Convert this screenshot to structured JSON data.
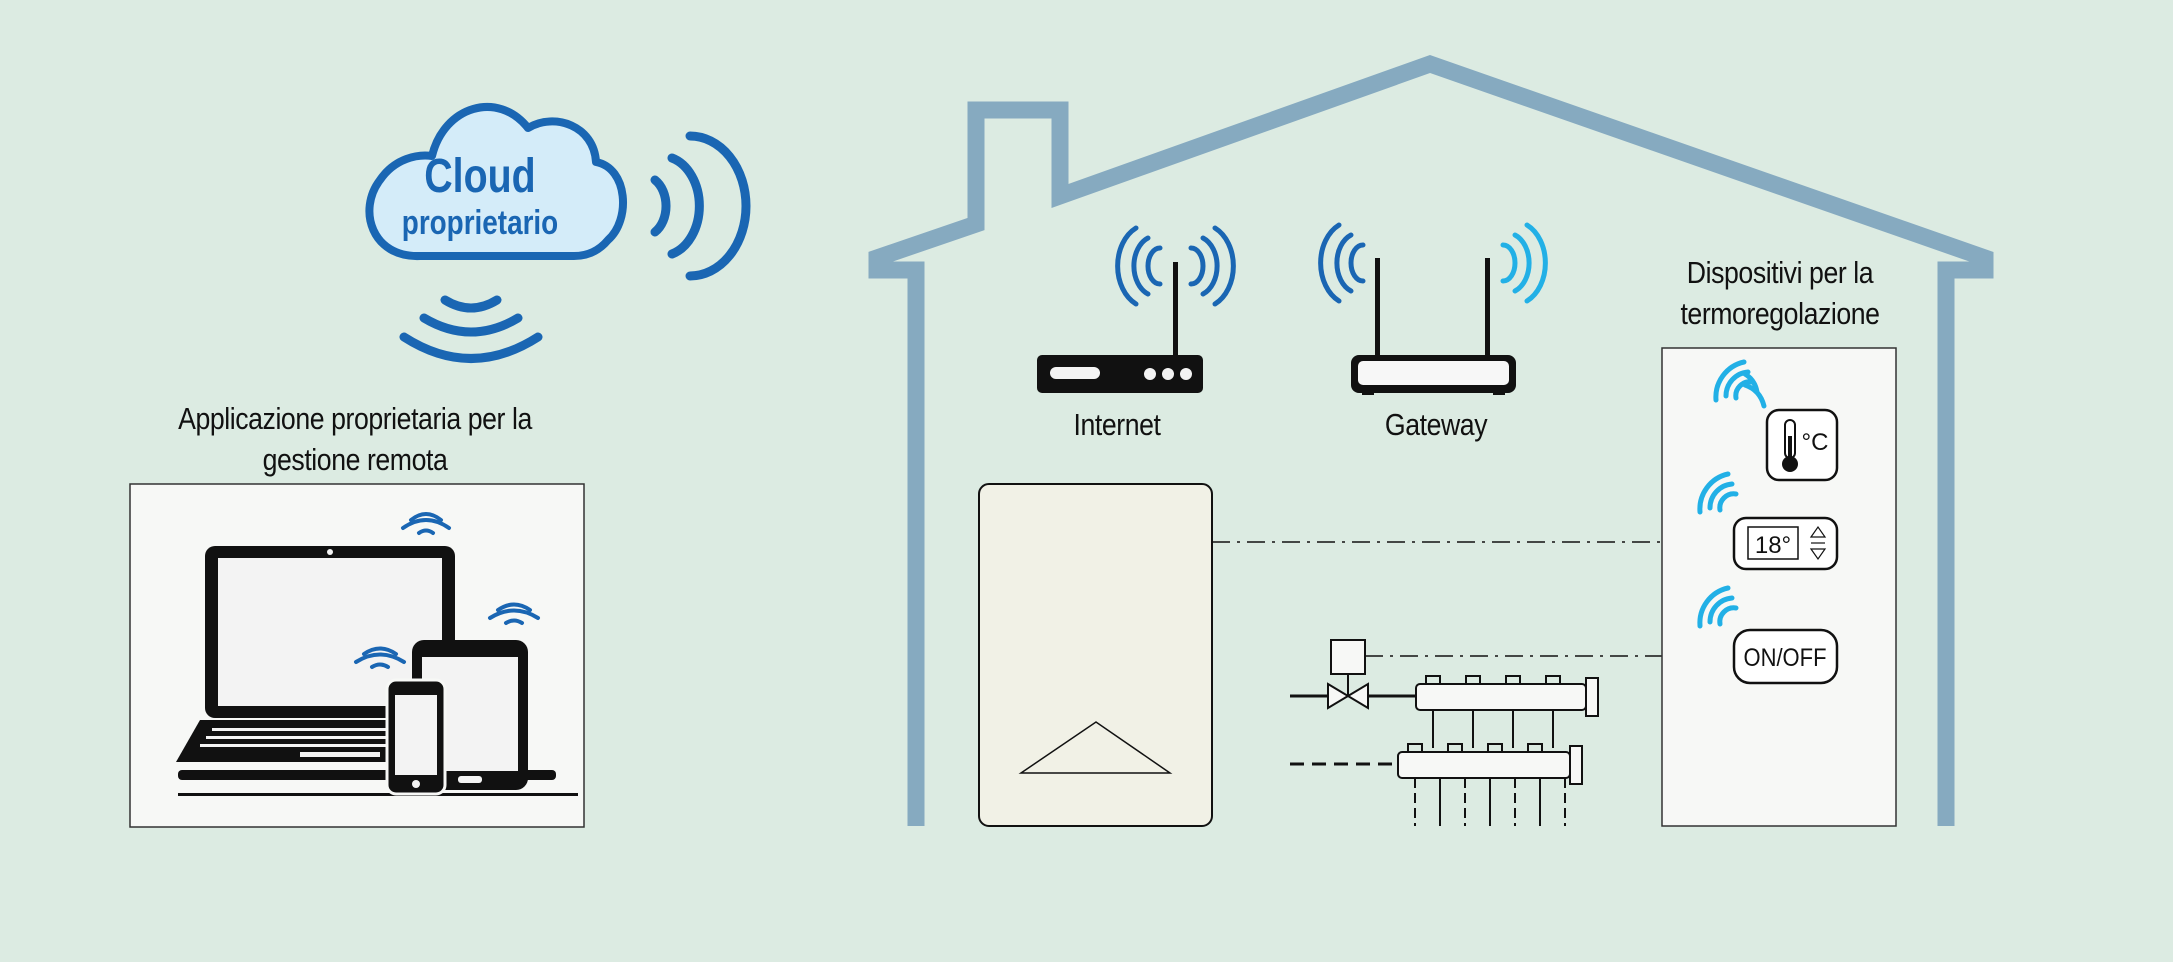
{
  "cloud": {
    "line1": "Cloud",
    "line2": "proprietario"
  },
  "app_label": {
    "line1": "Applicazione proprietaria per la",
    "line2": "gestione remota"
  },
  "internet_label": "Internet",
  "gateway_label": "Gateway",
  "devices_label": {
    "line1": "Dispositivi per la",
    "line2": "termoregolazione"
  },
  "thermometer_unit": "°C",
  "thermostat_value": "18°",
  "switch_label": "ON/OFF",
  "colors": {
    "background": "#dcebe2",
    "house_outline": "#86aac0",
    "cloud_blue": "#1a66b3",
    "wifi_light": "#22b0e6",
    "boiler_fill": "#f1f1e6",
    "panel_fill": "#f7f8f6"
  }
}
